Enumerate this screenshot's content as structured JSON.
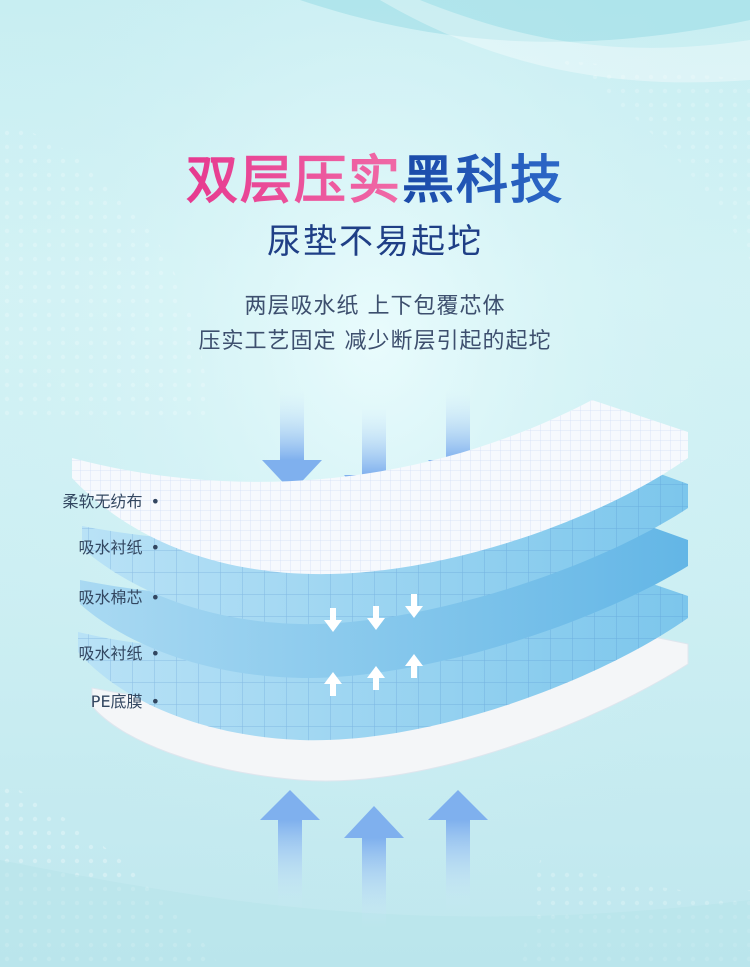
{
  "headline": {
    "part1": "双层压实",
    "part2": "黑科技"
  },
  "subhead": "尿垫不易起坨",
  "description": {
    "line1": "两层吸水纸 上下包覆芯体",
    "line2": "压实工艺固定 减少断层引起的起坨"
  },
  "layers": [
    {
      "label": "柔软无纺布"
    },
    {
      "label": "吸水衬纸"
    },
    {
      "label": "吸水棉芯"
    },
    {
      "label": "吸水衬纸"
    },
    {
      "label": "PE底膜"
    }
  ],
  "colors": {
    "pink": "#e6398f",
    "navy": "#1a4aa8",
    "background": "#cdeff3",
    "arrow": "#8fb8f0",
    "layer_blue": "#8fd0ef"
  },
  "icons": [
    "arrow-down-icon",
    "arrow-up-icon",
    "small-arrow-icon"
  ]
}
